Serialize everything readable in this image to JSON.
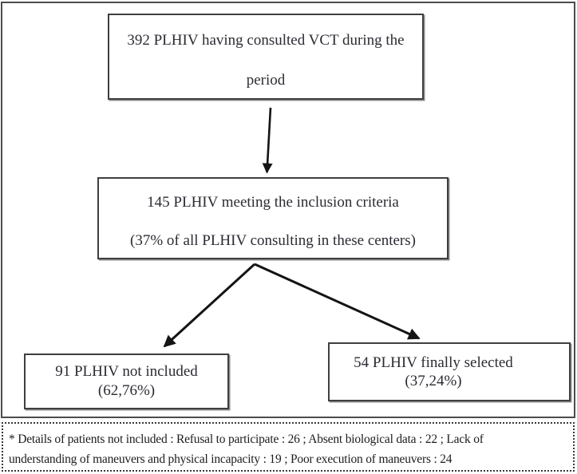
{
  "diagram": {
    "title_semantic": "PLHIV study selection flowchart",
    "boxes": {
      "total": {
        "line1": "392 PLHIV having consulted VCT during the",
        "line2": "period"
      },
      "criteria": {
        "line1": "145 PLHIV meeting the inclusion criteria",
        "line2": "(37% of all PLHIV consulting in these centers)"
      },
      "not_included": {
        "line1": "91 PLHIV not included",
        "line2": "(62,76%)"
      },
      "selected": {
        "line1": "54 PLHIV finally selected",
        "line2": "(37,24%)"
      }
    },
    "footnote": {
      "line1": "* Details of patients not included : Refusal to participate : 26 ; Absent biological data : 22 ; Lack of",
      "line2": "understanding of maneuvers and physical incapacity : 19 ; Poor execution of maneuvers : 24"
    },
    "colors": {
      "background": "#ffffff",
      "text": "#2b2b33",
      "box_border": "#3f3f3f",
      "frame_border": "#4c4c4c",
      "arrow": "#141414"
    }
  }
}
